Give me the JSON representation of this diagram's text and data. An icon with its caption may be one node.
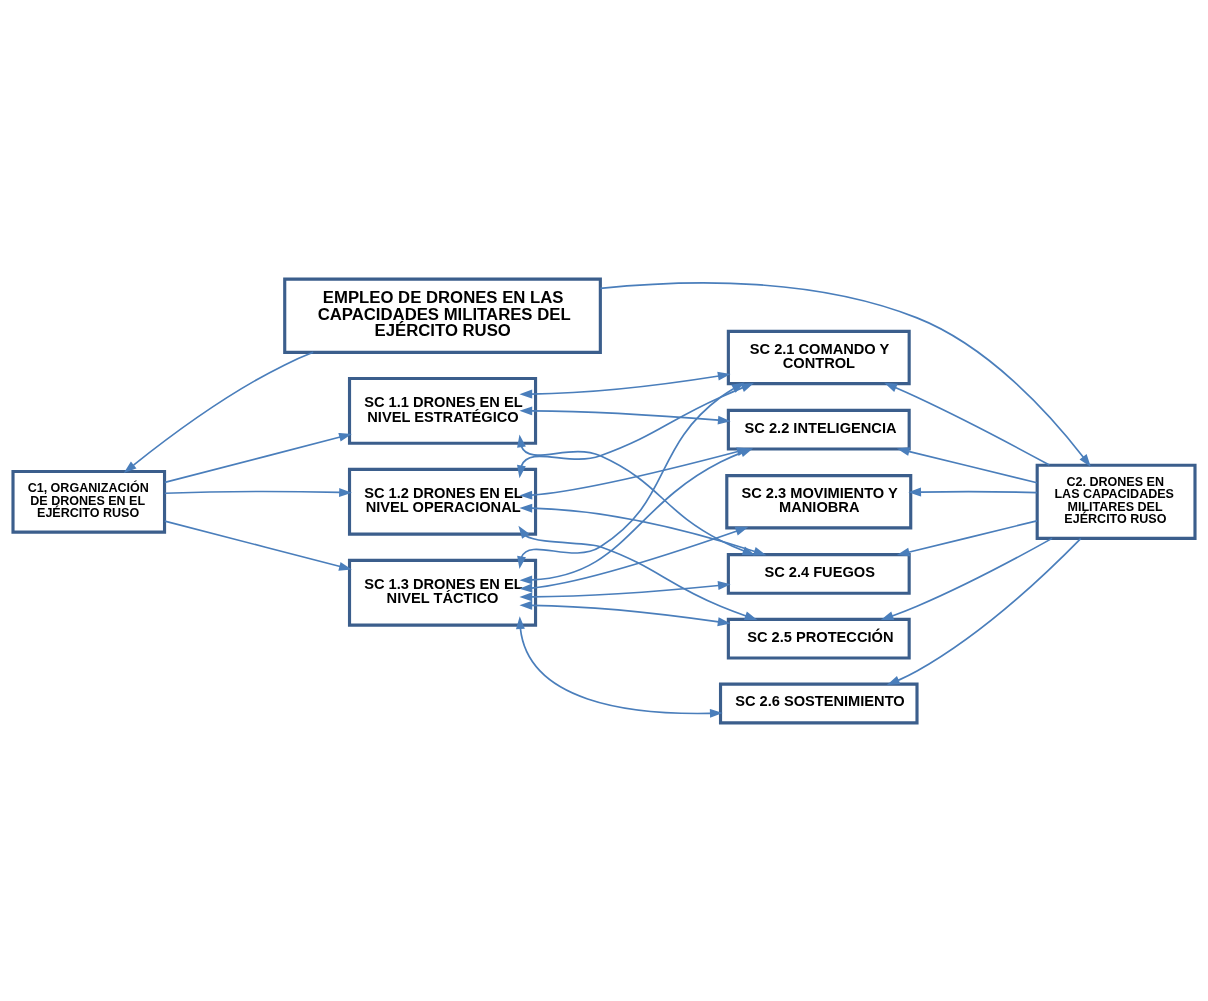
{
  "diagram": {
    "nodes": [
      {
        "text": [
          "EMPLEO DE DRONES EN LAS CAPACIDADES MILITARES DEL EJÉRCITO RUSO"
        ]
      },
      {
        "text": [
          "C1, ORGANIZACIÓN DE DRONES EN EL EJÉRCITO RUSO"
        ]
      },
      {
        "text": [
          "SC 1.1 DRONES EN EL NIVEL ESTRATÉGICO"
        ]
      },
      {
        "text": [
          "SC 1.2 DRONES EN EL NIVEL OPERACIONAL"
        ]
      },
      {
        "text": [
          "SC 1.3 DRONES EN EL NIVEL TÁCTICO"
        ]
      },
      {
        "text": [
          "C2. DRONES EN LAS CAPACIDADES MILITARES DEL EJÉRCITO RUSO"
        ]
      },
      {
        "text": [
          "SC 2.1 COMANDO Y CONTROL"
        ]
      },
      {
        "text": [
          "SC 2.2 INTELIGENCIA"
        ]
      },
      {
        "text": [
          "SC 2.3 MOVIMIENTO Y MANIOBRA"
        ]
      },
      {
        "text": [
          "SC 2.4 FUEGOS"
        ]
      },
      {
        "text": [
          "SC 2.5 PROTECCIÓN"
        ]
      },
      {
        "text": [
          "SC 2.6 SOSTENIMIENTO"
        ]
      }
    ],
    "edges": [
      {
        "from": 0,
        "to": 1,
        "arrow": "to"
      },
      {
        "from": 0,
        "to": 5,
        "arrow": "to"
      },
      {
        "from": 1,
        "to": 2,
        "arrow": "to"
      },
      {
        "from": 1,
        "to": 3,
        "arrow": "to"
      },
      {
        "from": 1,
        "to": 4,
        "arrow": "to"
      },
      {
        "from": 5,
        "to": 6,
        "arrow": "to"
      },
      {
        "from": 5,
        "to": 7,
        "arrow": "to"
      },
      {
        "from": 5,
        "to": 8,
        "arrow": "to"
      },
      {
        "from": 5,
        "to": 9,
        "arrow": "to"
      },
      {
        "from": 5,
        "to": 10,
        "arrow": "to"
      },
      {
        "from": 5,
        "to": 11,
        "arrow": "to"
      },
      {
        "from": 2,
        "to": 6,
        "arrow": "both"
      },
      {
        "from": 2,
        "to": 7,
        "arrow": "both"
      },
      {
        "from": 2,
        "to": 9,
        "arrow": "both"
      },
      {
        "from": 3,
        "to": 6,
        "arrow": "both"
      },
      {
        "from": 3,
        "to": 7,
        "arrow": "both"
      },
      {
        "from": 3,
        "to": 9,
        "arrow": "both"
      },
      {
        "from": 3,
        "to": 10,
        "arrow": "both"
      },
      {
        "from": 4,
        "to": 6,
        "arrow": "both"
      },
      {
        "from": 4,
        "to": 7,
        "arrow": "both"
      },
      {
        "from": 4,
        "to": 8,
        "arrow": "both"
      },
      {
        "from": 4,
        "to": 9,
        "arrow": "both"
      },
      {
        "from": 4,
        "to": 10,
        "arrow": "both"
      },
      {
        "from": 4,
        "to": 11,
        "arrow": "both"
      }
    ]
  }
}
